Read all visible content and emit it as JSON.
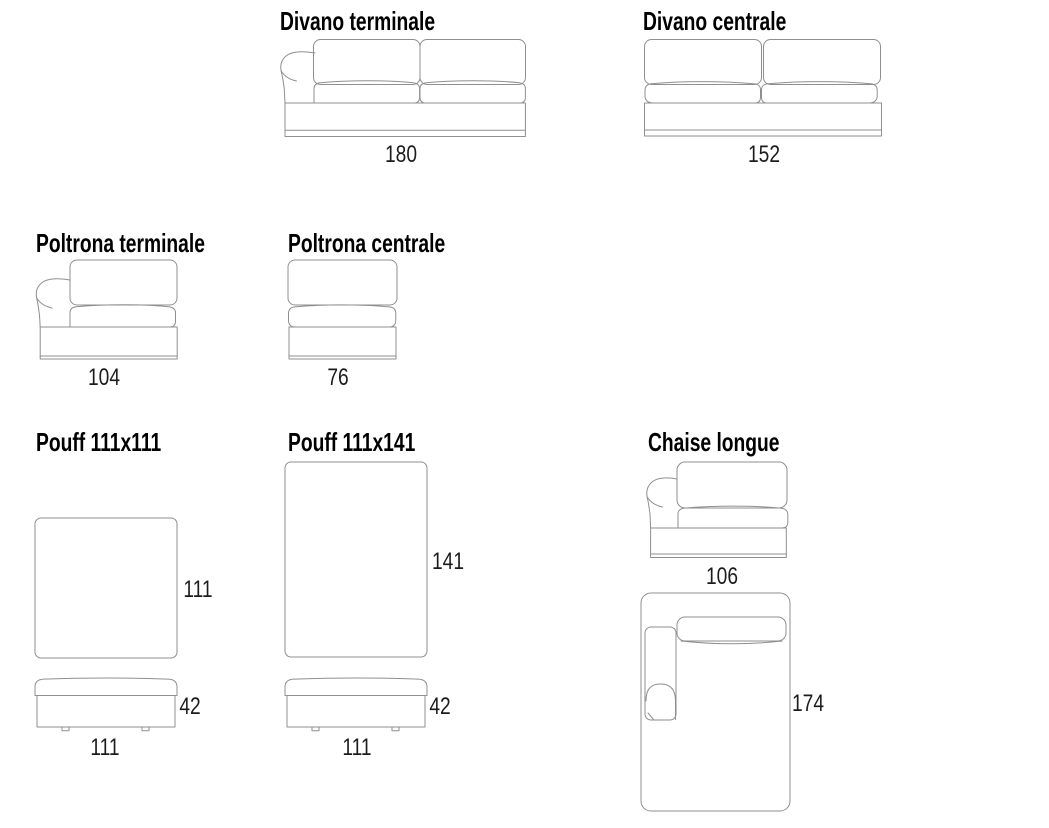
{
  "page": {
    "background_color": "#ffffff",
    "line_color": "#8f8f8f",
    "title_color": "#000000",
    "dimension_color": "#1c1c1c"
  },
  "figures": {
    "divano_terminale": {
      "title": "Divano terminale",
      "width_label": "180"
    },
    "divano_centrale": {
      "title": "Divano centrale",
      "width_label": "152"
    },
    "poltrona_terminale": {
      "title": "Poltrona terminale",
      "width_label": "104"
    },
    "poltrona_centrale": {
      "title": "Poltrona centrale",
      "width_label": "76"
    },
    "pouff_111x111": {
      "title": "Pouff 111x111",
      "top_view_depth_label": "111",
      "front_height_label": "42",
      "front_width_label": "111"
    },
    "pouff_111x141": {
      "title": "Pouff 111x141",
      "top_view_depth_label": "141",
      "front_height_label": "42",
      "front_width_label": "111"
    },
    "chaise_longue": {
      "title": "Chaise longue",
      "front_width_label": "106",
      "top_view_depth_label": "174"
    }
  }
}
